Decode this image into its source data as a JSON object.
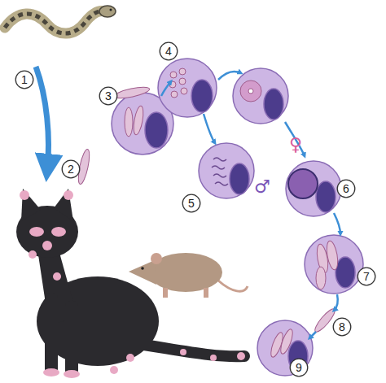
{
  "diagram": {
    "nodes": [
      {
        "text": [
          "1"
        ]
      },
      {
        "text": [
          "2"
        ]
      },
      {
        "text": [
          "3"
        ]
      },
      {
        "text": [
          "4"
        ]
      },
      {
        "text": [
          "5"
        ]
      },
      {
        "text": [
          "6"
        ]
      },
      {
        "text": [
          "7"
        ]
      },
      {
        "text": [
          "8"
        ]
      },
      {
        "text": [
          "9"
        ]
      }
    ],
    "labels": [
      "♀",
      "♂"
    ]
  }
}
